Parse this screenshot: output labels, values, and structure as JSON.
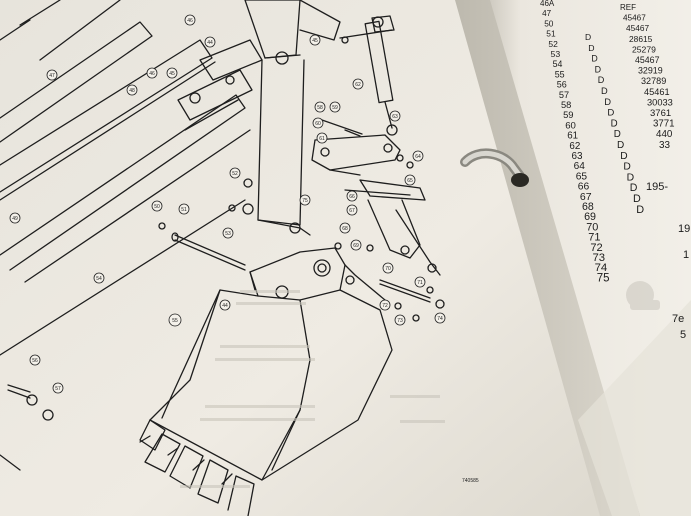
{
  "left_page": {
    "drawing_code": "740585",
    "callouts": [
      "44",
      "45",
      "46",
      "47",
      "48",
      "49",
      "50",
      "51",
      "52",
      "53",
      "54",
      "55",
      "56",
      "57",
      "58",
      "59",
      "60",
      "61",
      "62",
      "63",
      "64",
      "65",
      "66",
      "67",
      "68",
      "69",
      "70",
      "71",
      "72",
      "73",
      "74",
      "75"
    ]
  },
  "right_page": {
    "item_numbers": [
      "46A",
      "47",
      "50",
      "51",
      "52",
      "53",
      "54",
      "55",
      "56",
      "57",
      "58",
      "59",
      "60",
      "61",
      "62",
      "63",
      "64",
      "65",
      "66",
      "67",
      "68",
      "69",
      "70",
      "71",
      "72",
      "73",
      "74",
      "75"
    ],
    "qty_letters": [
      "D",
      "D",
      "D",
      "D",
      "D",
      "D",
      "D",
      "D",
      "D",
      "D",
      "D",
      "D",
      "D",
      "D",
      "D",
      "D",
      "D"
    ],
    "part_fragments": [
      "REF",
      "45467",
      "45467",
      "28615",
      "25279",
      "45467",
      "32919",
      "32789",
      "45461",
      "30033",
      "3761",
      "3771",
      "440",
      "33"
    ],
    "partial_code": "195-",
    "partial_tail": [
      "19",
      "1",
      "7e",
      "5"
    ]
  },
  "colors": {
    "page": "#eeeae2",
    "ink": "#1e1e1e",
    "shadow": "#9a968c"
  }
}
